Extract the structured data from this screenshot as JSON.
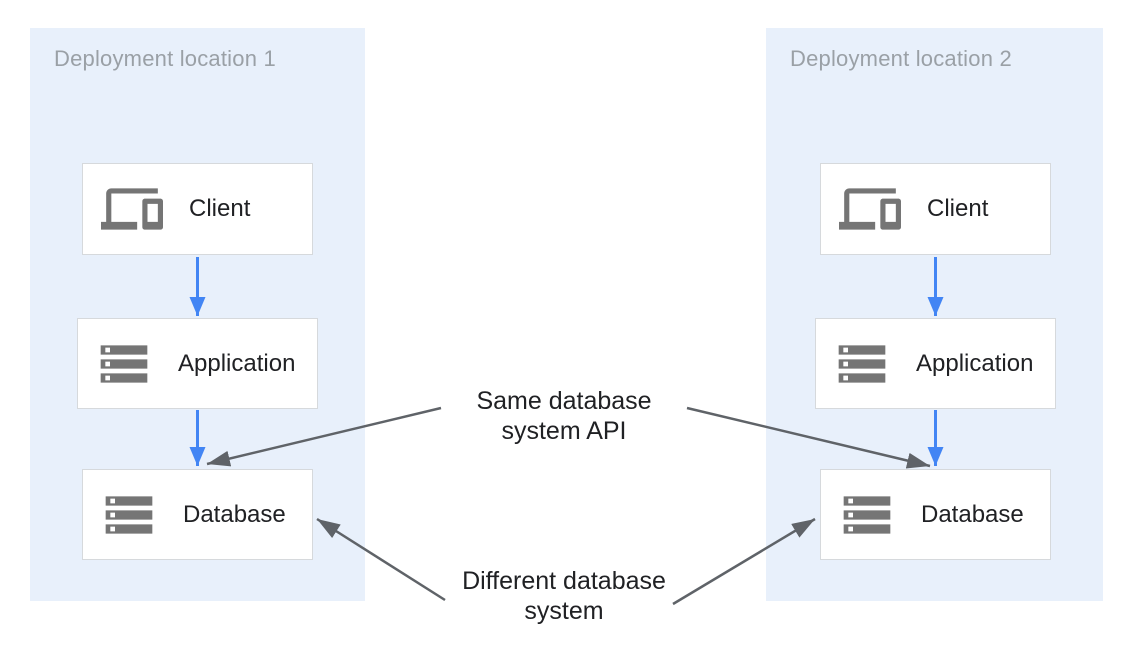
{
  "diagram": {
    "panels": [
      {
        "title": "Deployment location 1",
        "nodes": [
          {
            "label": "Client",
            "icon": "devices-icon"
          },
          {
            "label": "Application",
            "icon": "storage-icon"
          },
          {
            "label": "Database",
            "icon": "storage-icon"
          }
        ]
      },
      {
        "title": "Deployment location 2",
        "nodes": [
          {
            "label": "Client",
            "icon": "devices-icon"
          },
          {
            "label": "Application",
            "icon": "storage-icon"
          },
          {
            "label": "Database",
            "icon": "storage-icon"
          }
        ]
      }
    ],
    "annotations": [
      {
        "id": "same-api",
        "text": "Same database\nsystem API"
      },
      {
        "id": "different-db-system",
        "text": "Different database\nsystem"
      }
    ],
    "colors": {
      "panel_bg": "#E8F0FB",
      "panel_title": "#9AA0A6",
      "node_bg": "#FFFFFF",
      "node_border": "#D6D9DC",
      "node_label": "#202124",
      "icon": "#757575",
      "flow_arrow": "#4285F4",
      "annotation_arrow": "#5F6368",
      "annotation_text": "#202124"
    }
  }
}
